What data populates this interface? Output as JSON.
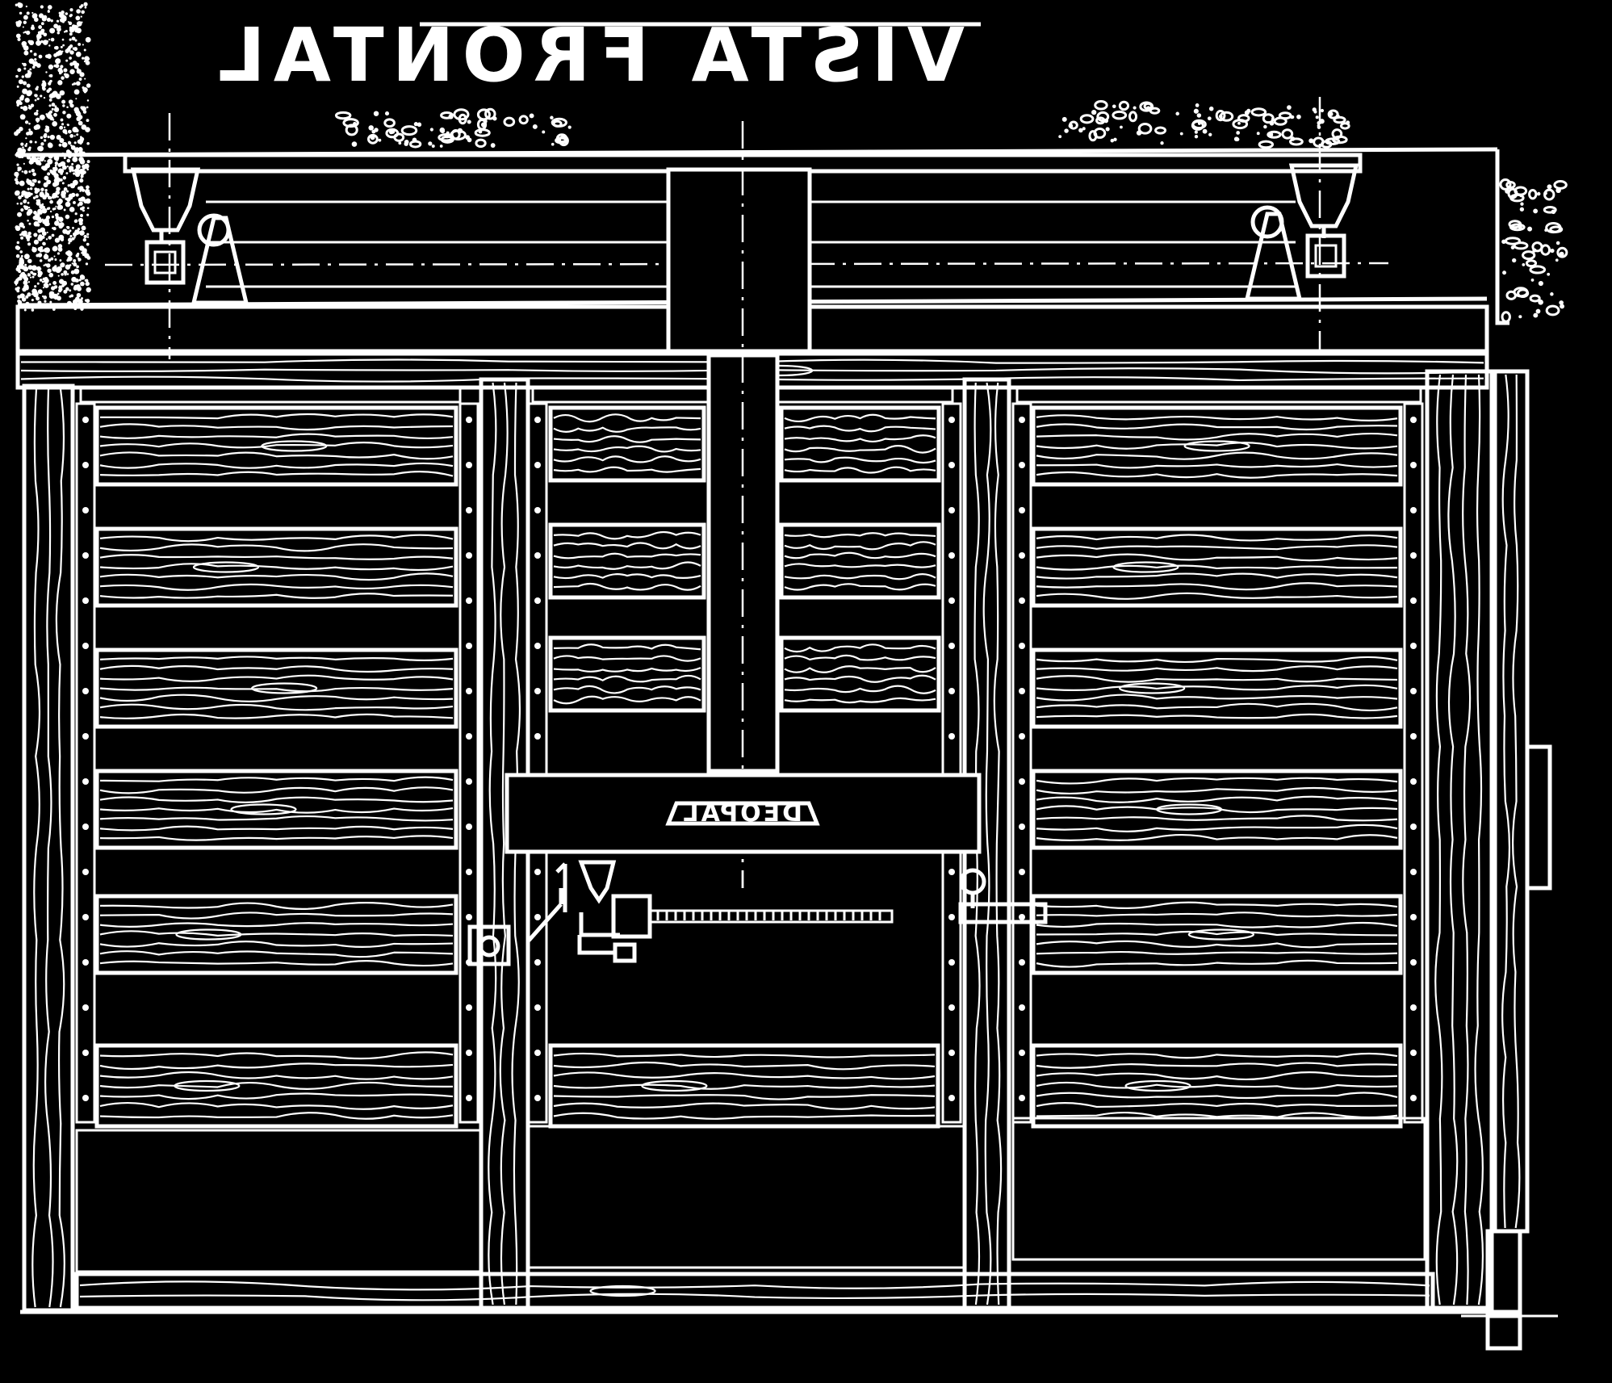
{
  "drawing": {
    "title": "VISTA FRONTAL",
    "title_mirrored": true,
    "beam_label": "DEOPAL",
    "beam_label_mirrored": true,
    "colors": {
      "background": "#000000",
      "lines": "#ffffff"
    },
    "panels": {
      "wooden_planks_per_side_panel": 6,
      "bays": 3
    }
  }
}
